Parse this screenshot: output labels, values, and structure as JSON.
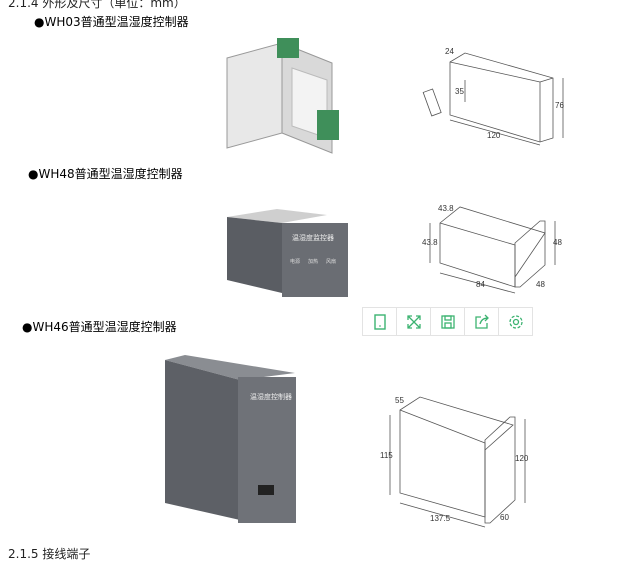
{
  "section_title": "2.1.4 外形及尺寸（单位：mm）",
  "products": [
    {
      "label": "●WH03普通型温湿度控制器",
      "dims": [
        "24",
        "35",
        "76",
        "120"
      ]
    },
    {
      "label": "●WH48普通型温湿度控制器",
      "panel_title": "温湿度监控器",
      "indicators": [
        "电源",
        "加热",
        "风扇"
      ],
      "dims": [
        "43.8",
        "43.8",
        "48",
        "84",
        "48"
      ]
    },
    {
      "label": "●WH46普通型温湿度控制器",
      "panel_title": "温湿度控制器",
      "dims": [
        "55",
        "115",
        "120",
        "137.5",
        "60"
      ]
    }
  ],
  "toolbar": {
    "icons": [
      "tablet-icon",
      "fullscreen-icon",
      "save-icon",
      "share-icon",
      "settings-icon"
    ],
    "color": "#3cb371"
  },
  "next_section": "2.1.5 接线端子"
}
